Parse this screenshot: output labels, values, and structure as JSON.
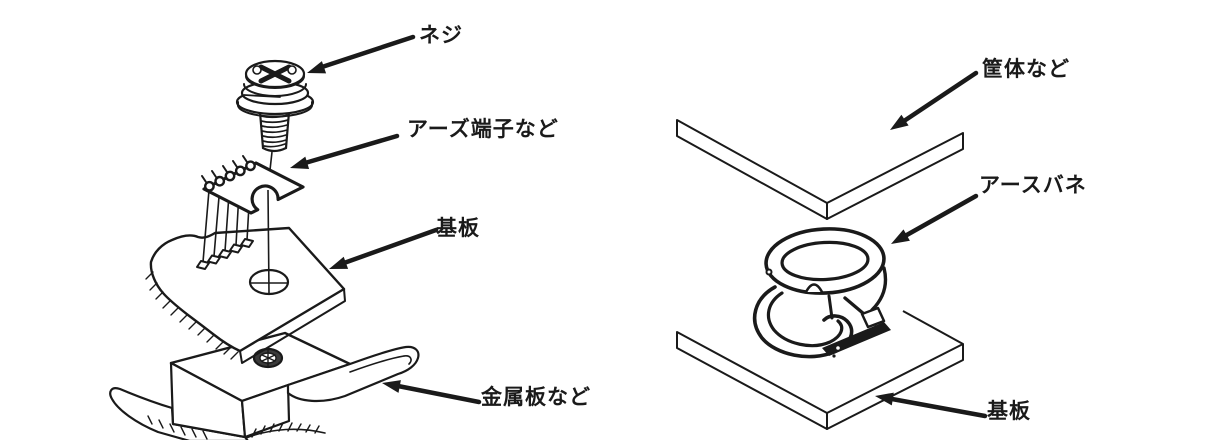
{
  "colors": {
    "ink": "#1a1a1a",
    "bg": "#ffffff"
  },
  "figure_left": {
    "labels": {
      "screw": "ネジ",
      "terminal": "アーズ端子など",
      "board": "基板",
      "metal_plate": "金属板など"
    }
  },
  "figure_right": {
    "labels": {
      "chassis": "筐体など",
      "spring": "アースバネ",
      "board": "基板"
    }
  }
}
